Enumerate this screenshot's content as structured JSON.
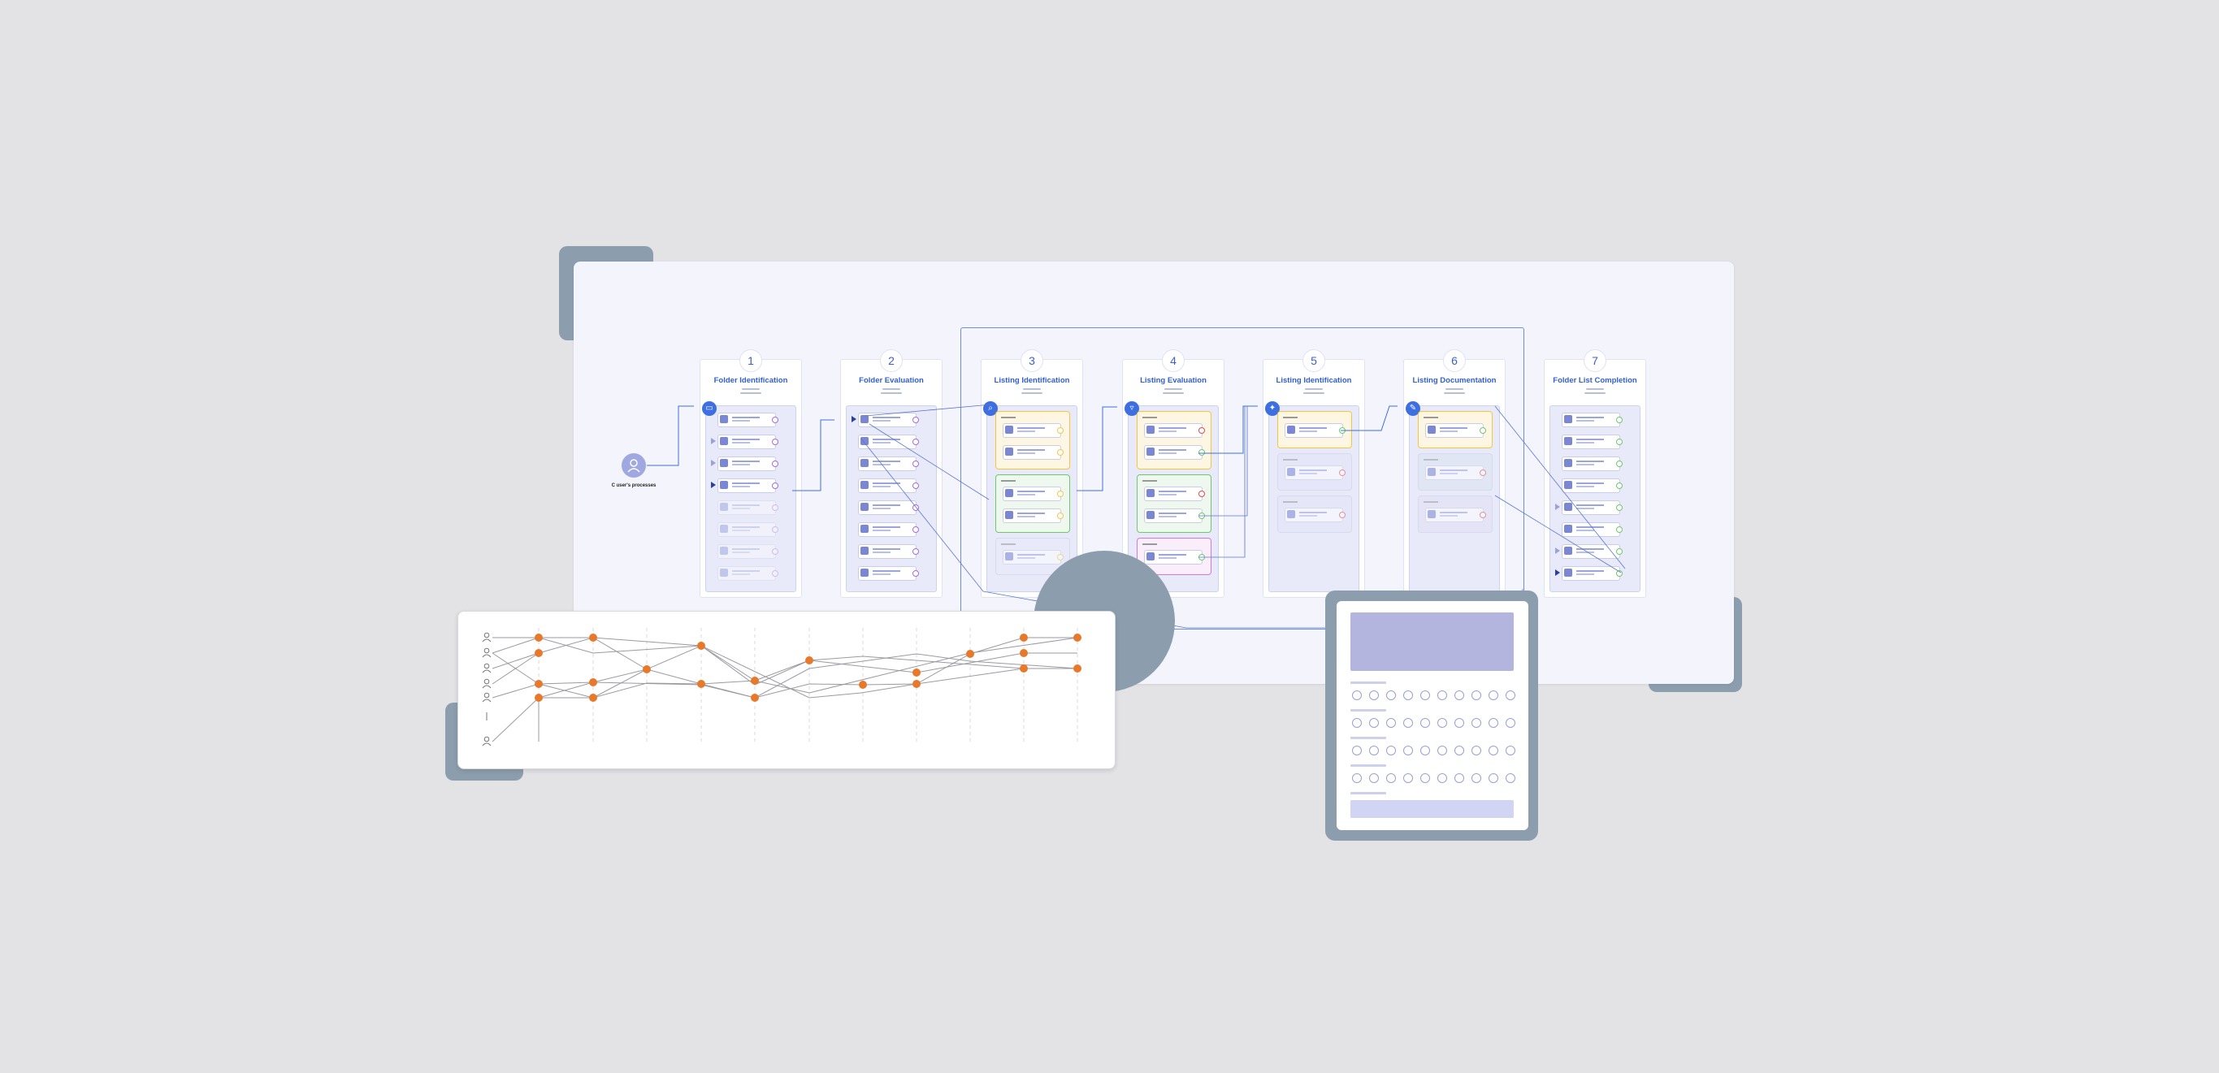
{
  "user": {
    "label": "C user's processes"
  },
  "stages": [
    {
      "num": "1",
      "title": "Folder Identification",
      "icon": "folder-icon",
      "kind": "rows"
    },
    {
      "num": "2",
      "title": "Folder Evaluation",
      "icon": "",
      "kind": "rows"
    },
    {
      "num": "3",
      "title": "Listing Identification",
      "icon": "search-icon",
      "kind": "groups"
    },
    {
      "num": "4",
      "title": "Listing Evaluation",
      "icon": "filter-icon",
      "kind": "groups"
    },
    {
      "num": "5",
      "title": "Listing Identification",
      "icon": "sparkle-icon",
      "kind": "groups"
    },
    {
      "num": "6",
      "title": "Listing Documentation",
      "icon": "edit-icon",
      "kind": "groups"
    },
    {
      "num": "7",
      "title": "Folder List Completion",
      "icon": "",
      "kind": "rows"
    }
  ],
  "colors": {
    "accent": "#2f5fd8",
    "node_orange": "#e8782a",
    "deco_slate": "#8c9eae",
    "group_yellow": "#f5c542",
    "group_green": "#6cc96c",
    "group_pink": "#d07ad8",
    "status_red": "#e04b4b"
  }
}
